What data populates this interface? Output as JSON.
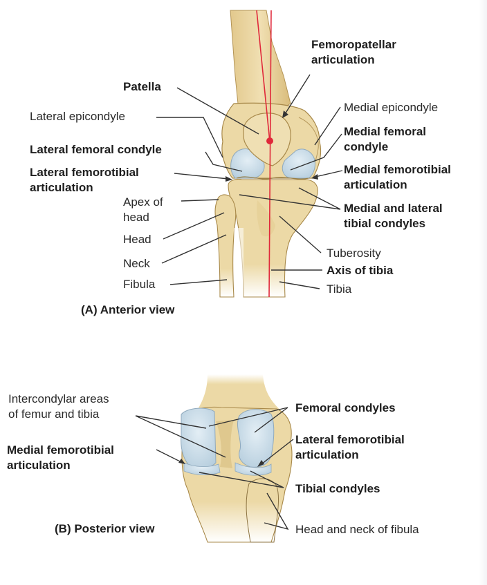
{
  "colors": {
    "bone": "#ecd9a6",
    "bone_shade": "#d8bd7c",
    "bone_outline": "#a8894a",
    "cartilage": "#c6dbe8",
    "cartilage_outline": "#8fa9bd",
    "axis_line": "#e0283a",
    "leader_line": "#333333"
  },
  "anterior": {
    "caption": "(A) Anterior view",
    "labels": {
      "femoropatellar": [
        "Femoropatellar",
        "articulation"
      ],
      "patella": "Patella",
      "lateral_epicondyle": "Lateral epicondyle",
      "lateral_femoral_condyle": "Lateral femoral condyle",
      "lateral_femorotibial": [
        "Lateral femorotibial",
        "articulation"
      ],
      "apex_of_head": [
        "Apex of",
        "head"
      ],
      "head": "Head",
      "neck": "Neck",
      "fibula": "Fibula",
      "medial_epicondyle": "Medial epicondyle",
      "medial_femoral_condyle": [
        "Medial femoral",
        "condyle"
      ],
      "medial_femorotibial": [
        "Medial femorotibial",
        "articulation"
      ],
      "tibial_condyles": [
        "Medial and lateral",
        "tibial condyles"
      ],
      "tuberosity": "Tuberosity",
      "axis_of_tibia": "Axis of tibia",
      "tibia": "Tibia"
    }
  },
  "posterior": {
    "caption": "(B) Posterior view",
    "labels": {
      "intercondylar": [
        "Intercondylar areas",
        "of femur and tibia"
      ],
      "medial_femorotibial": [
        "Medial femorotibial",
        "articulation"
      ],
      "femoral_condyles": "Femoral condyles",
      "lateral_femorotibial": [
        "Lateral femorotibial",
        "articulation"
      ],
      "tibial_condyles": "Tibial condyles",
      "head_neck_fibula": "Head and neck of fibula"
    }
  }
}
